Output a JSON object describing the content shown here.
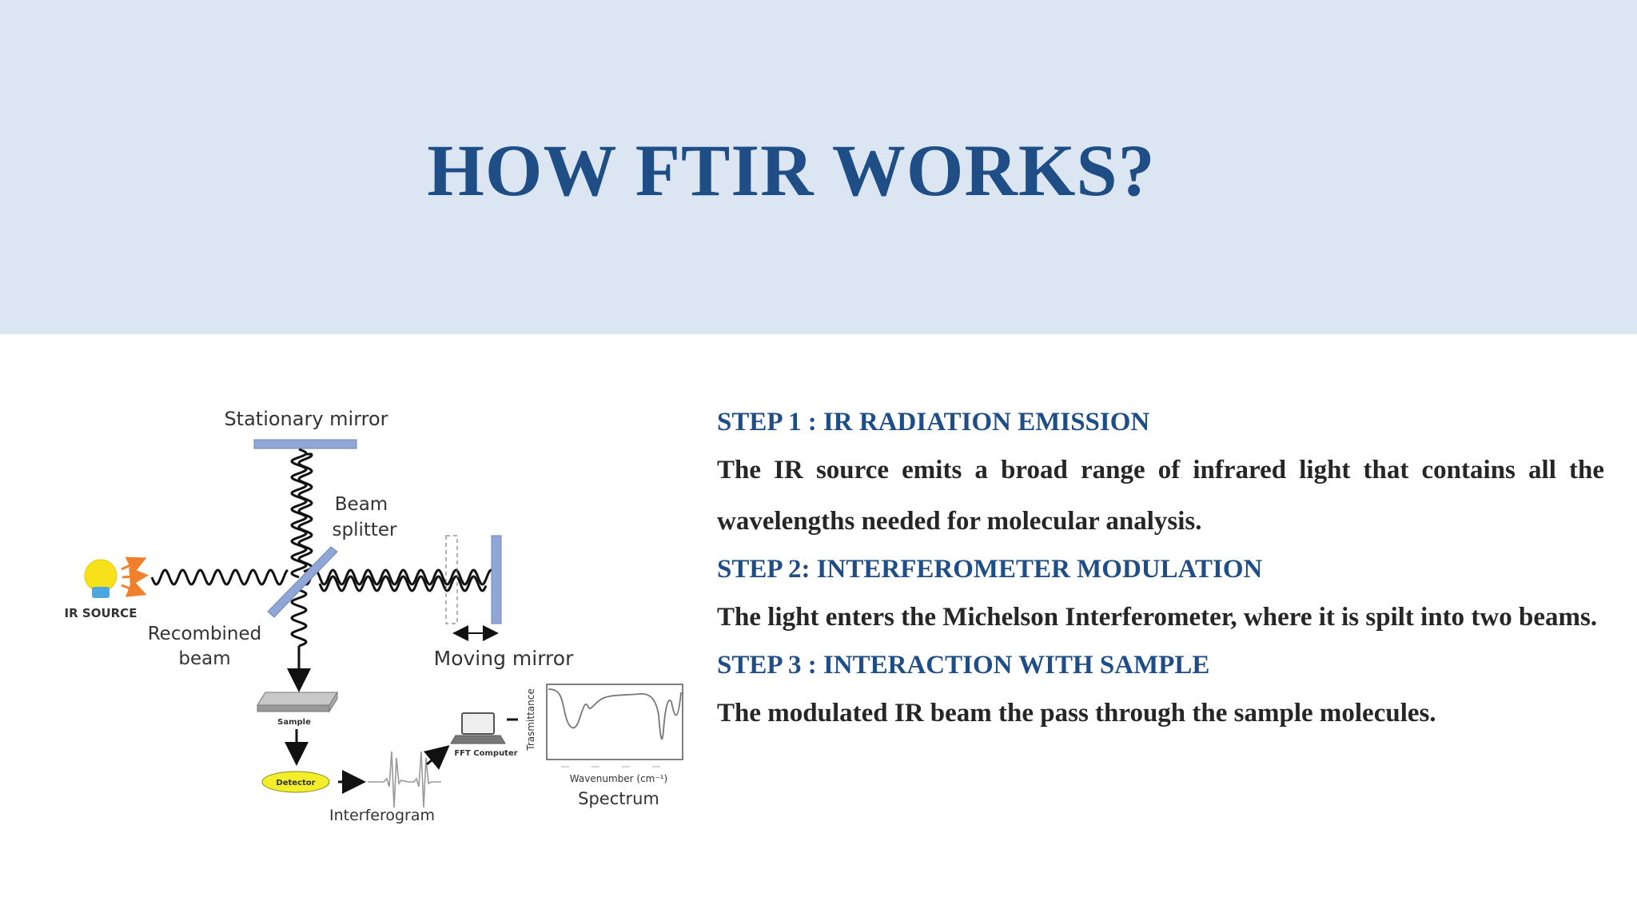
{
  "slide": {
    "title": "HOW FTIR WORKS?"
  },
  "diagram": {
    "stationary_mirror": "Stationary mirror",
    "beam": "Beam",
    "splitter": "splitter",
    "ir_source": "IR SOURCE",
    "recombined": "Recombined",
    "beam2": "beam",
    "moving_mirror": "Moving mirror",
    "sample": "Sample",
    "detector": "Detector",
    "interferogram": "Interferogram",
    "fft_computer": "FFT Computer",
    "transmittance": "Trasmittance",
    "wavenumber": "Wavenumber (cm⁻¹)",
    "spectrum": "Spectrum",
    "colors": {
      "mirror": "#8fa6d6",
      "bulb": "#f7e21a",
      "bulb_base": "#4aa7e0",
      "arrows": "#f0802a",
      "detector": "#f2ef2a"
    }
  },
  "steps": [
    {
      "title": "STEP 1 : IR RADIATION EMISSION",
      "text": "The IR source emits a broad range of infrared light that contains all the wavelengths needed for molecular analysis."
    },
    {
      "title": "STEP 2: INTERFEROMETER MODULATION",
      "text": "The light enters the Michelson Interferometer, where it is spilt into two beams."
    },
    {
      "title": "STEP 3 : INTERACTION WITH SAMPLE",
      "text": "The modulated IR beam the pass through the sample molecules."
    }
  ]
}
